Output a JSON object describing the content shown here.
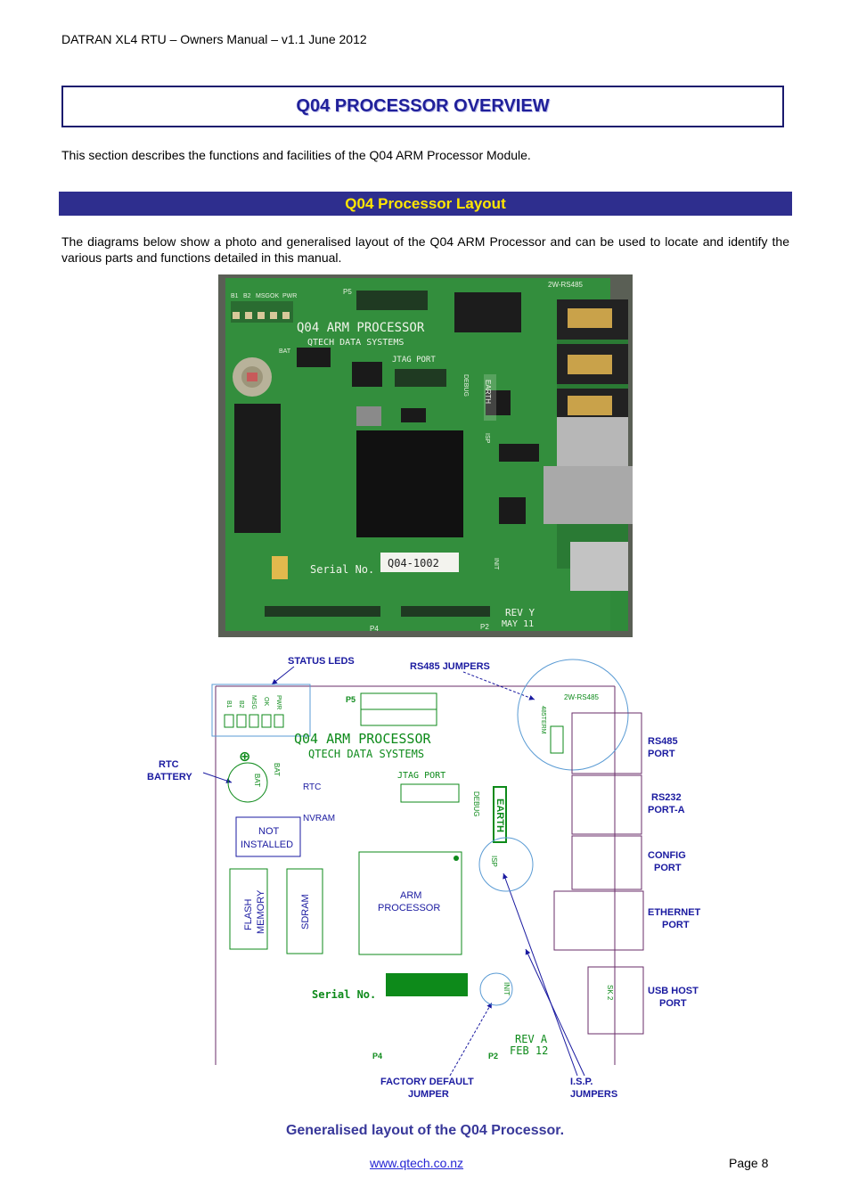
{
  "header": {
    "text": "DATRAN XL4 RTU – Owners Manual – v1.1 June 2012"
  },
  "title": "Q04 PROCESSOR OVERVIEW",
  "intro": "This section describes the functions and facilities of the Q04 ARM Processor Module.",
  "section": {
    "title": "Q04 Processor Layout"
  },
  "paragraph": "The diagrams below show a photo and generalised layout of the Q04 ARM Processor and can be used to locate and identify the various parts and functions detailed in this manual.",
  "photo": {
    "pcb_title": "Q04 ARM PROCESSOR",
    "pcb_subtitle": "QTECH DATA SYSTEMS",
    "jtag": "JTAG PORT",
    "serial_label": "Serial No.",
    "serial_value": "Q04-1002",
    "rev": "REV Y",
    "rev_date": "MAY 11",
    "p4": "P4",
    "p2": "P2",
    "p5": "P5",
    "rs485": "2W-RS485",
    "earth": "EARTH",
    "debug": "DEBUG",
    "isp": "ISP",
    "init": "INIT",
    "bat": "BAT",
    "led_labels": [
      "B1",
      "B2",
      "MSG",
      "OK",
      "PWR"
    ]
  },
  "diagram": {
    "status_leds": "STATUS LEDS",
    "rs485_jumpers": "RS485 JUMPERS",
    "rtc_battery_1": "RTC",
    "rtc_battery_2": "BATTERY",
    "rs485_port_1": "RS485",
    "rs485_port_2": "PORT",
    "rs232_port_1": "RS232",
    "rs232_port_2": "PORT-A",
    "config_port_1": "CONFIG",
    "config_port_2": "PORT",
    "ethernet_port_1": "ETHERNET",
    "ethernet_port_2": "PORT",
    "usb_host_1": "USB HOST",
    "usb_host_2": "PORT",
    "factory_1": "FACTORY DEFAULT",
    "factory_2": "JUMPER",
    "isp_1": "I.S.P.",
    "isp_2": "JUMPERS",
    "board_title": "Q04 ARM PROCESSOR",
    "board_subtitle": "QTECH DATA SYSTEMS",
    "jtag": "JTAG PORT",
    "rtc": "RTC",
    "nvram": "NVRAM",
    "not_installed_1": "NOT",
    "not_installed_2": "INSTALLED",
    "flash_1": "FLASH",
    "flash_2": "MEMORY",
    "sdram": "SDRAM",
    "arm_1": "ARM",
    "arm_2": "PROCESSOR",
    "serial": "Serial No.",
    "rev": "REV A",
    "rev_date": "FEB 12",
    "p4": "P4",
    "p2": "P2",
    "p5": "P5",
    "earth": "EARTH",
    "debug": "DEBUG",
    "isp": "ISP",
    "init": "INIT",
    "bat": "BAT",
    "rs485": "2W-RS485",
    "term": "485TERM",
    "usb": "SK 2",
    "led_labels": [
      "B1",
      "B2",
      "MSG",
      "OK",
      "PWR"
    ]
  },
  "caption": "Generalised layout of the Q04 Processor.",
  "footer": {
    "link": "www.qtech.co.nz",
    "page": "Page 8"
  },
  "colors": {
    "title": "#20209a",
    "section_bg": "#2e2e8e",
    "section_text": "#ffe600",
    "pcb": "#2f8a3a",
    "diagram_green": "#0d8a1a",
    "diagram_blue": "#1a1aa0",
    "link": "#2424d4"
  }
}
